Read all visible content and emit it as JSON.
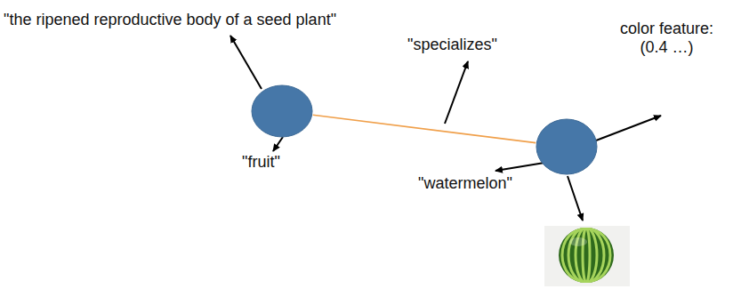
{
  "diagram": {
    "nodes": [
      {
        "text": [
          "\"the ripened reproductive body of a seed plant\"",
          "\"fruit\""
        ]
      },
      {
        "text": [
          "\"watermelon\"",
          "color feature: (0.4 …)"
        ]
      }
    ],
    "edges": [
      {
        "from": 1,
        "to": 0,
        "arrow": "none",
        "label": "\"specializes\""
      }
    ]
  }
}
